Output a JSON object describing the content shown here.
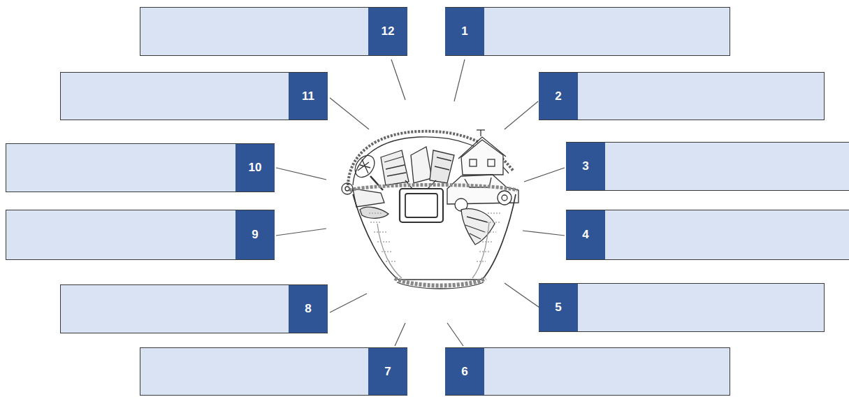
{
  "diagram": {
    "nodes": [
      {
        "text": [
          "1"
        ]
      },
      {
        "text": [
          "2"
        ]
      },
      {
        "text": [
          "3"
        ]
      },
      {
        "text": [
          "4"
        ]
      },
      {
        "text": [
          "5"
        ]
      },
      {
        "text": [
          "6"
        ]
      },
      {
        "text": [
          "7"
        ]
      },
      {
        "text": [
          "8"
        ]
      },
      {
        "text": [
          "9"
        ]
      },
      {
        "text": [
          "10"
        ]
      },
      {
        "text": [
          "11"
        ]
      },
      {
        "text": [
          "12"
        ]
      }
    ]
  }
}
